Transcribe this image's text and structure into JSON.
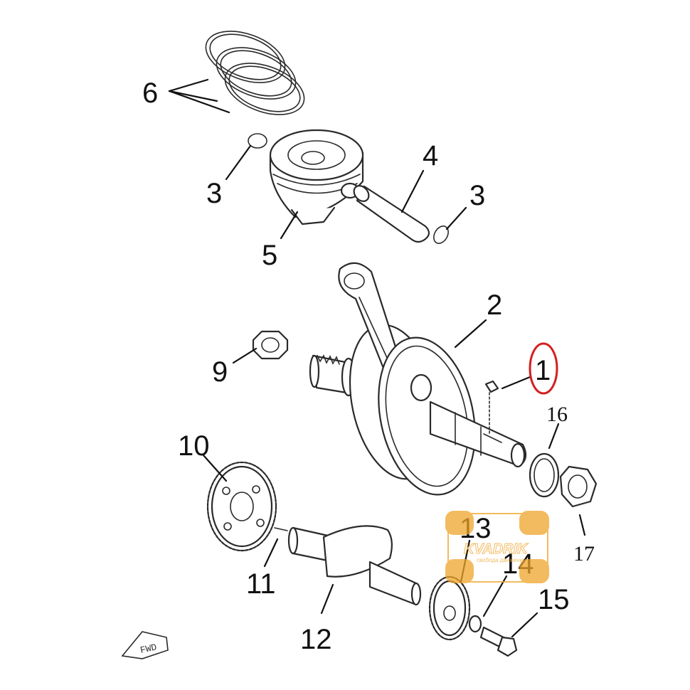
{
  "diagram": {
    "callouts": [
      {
        "id": "6",
        "label": "6"
      },
      {
        "id": "3a",
        "label": "3"
      },
      {
        "id": "4",
        "label": "4"
      },
      {
        "id": "3b",
        "label": "3"
      },
      {
        "id": "5",
        "label": "5"
      },
      {
        "id": "2",
        "label": "2"
      },
      {
        "id": "1",
        "label": "1",
        "highlighted": true
      },
      {
        "id": "9",
        "label": "9"
      },
      {
        "id": "16",
        "label": "16"
      },
      {
        "id": "10",
        "label": "10"
      },
      {
        "id": "17",
        "label": "17"
      },
      {
        "id": "11",
        "label": "11"
      },
      {
        "id": "13",
        "label": "13"
      },
      {
        "id": "14",
        "label": "14"
      },
      {
        "id": "15",
        "label": "15"
      },
      {
        "id": "12",
        "label": "12"
      }
    ],
    "fwd_label": "FWD",
    "highlight_color": "#d42020"
  },
  "watermark": {
    "brand": "KVADRIK",
    "tagline": "свобода движения",
    "color": "#f0a52a"
  }
}
